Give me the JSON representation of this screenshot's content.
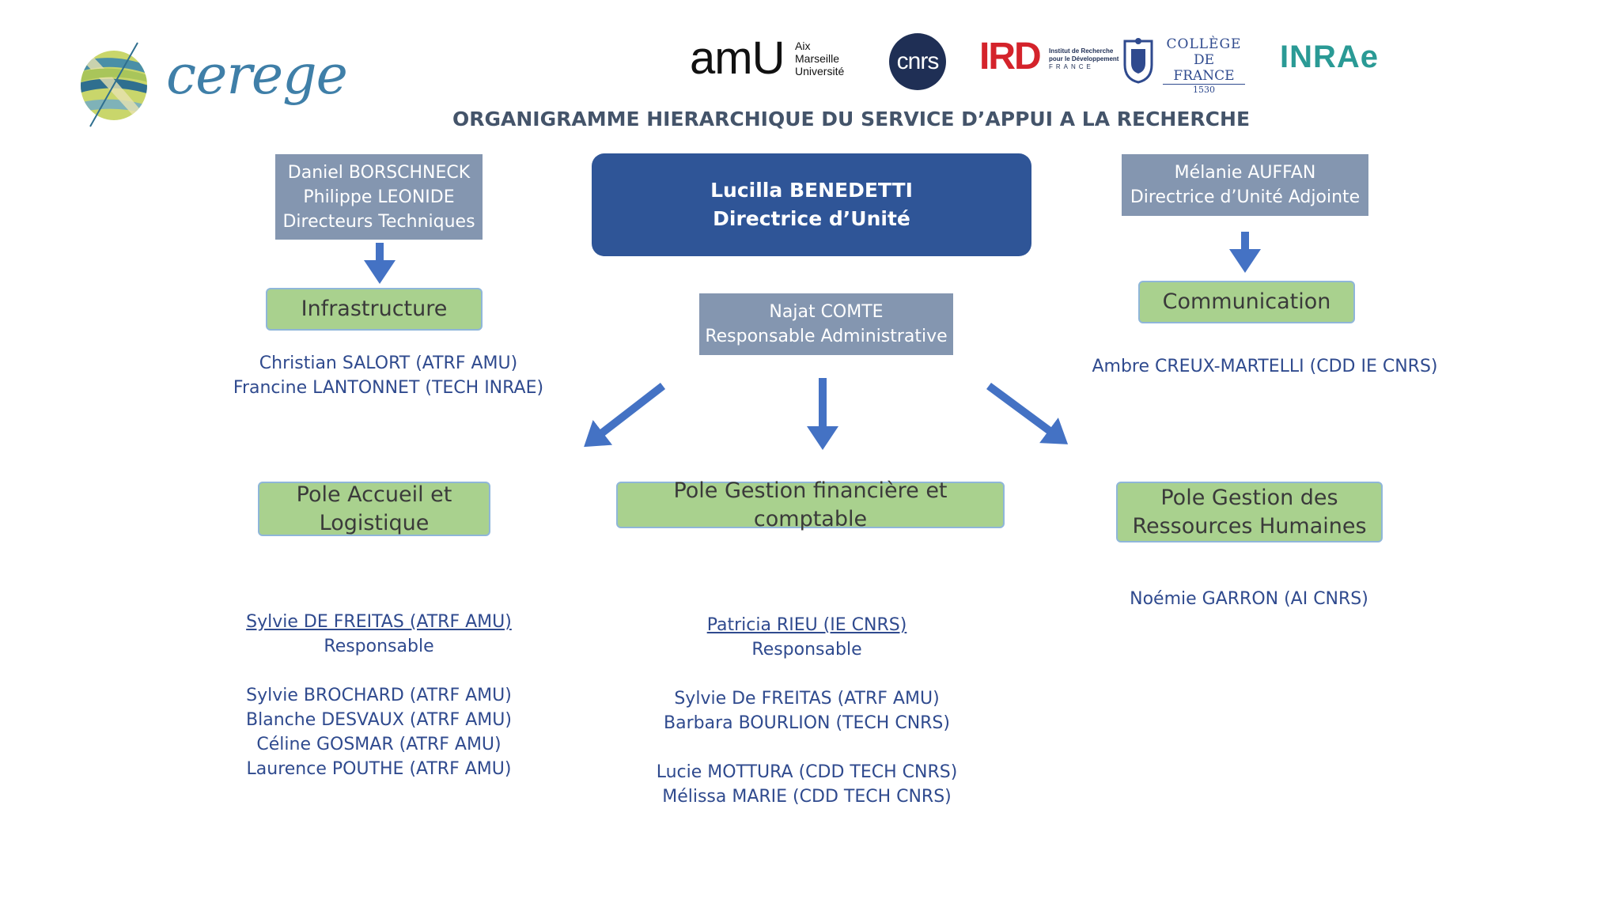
{
  "logos": {
    "cerege": "cerege",
    "amu": {
      "big": "amU",
      "small": [
        "Aix",
        "Marseille",
        "Université"
      ]
    },
    "cnrs": "cnrs",
    "ird": {
      "mark": "IRD",
      "small": [
        "Institut de Recherche",
        "pour le Développement",
        "FRANCE"
      ]
    },
    "college": {
      "lines": [
        "COLLÈGE",
        "DE FRANCE"
      ],
      "year": "1530"
    },
    "inrae": "INRAe"
  },
  "title": "ORGANIGRAMME HIERARCHIQUE DU SERVICE D’APPUI A LA RECHERCHE",
  "directors": {
    "technical": {
      "lines": [
        "Daniel BORSCHNECK",
        "Philippe LEONIDE",
        "Directeurs Techniques"
      ]
    },
    "unit": {
      "lines": [
        "Lucilla BENEDETTI",
        "Directrice d’Unité"
      ]
    },
    "deputy": {
      "lines": [
        "Mélanie AUFFAN",
        "Directrice d’Unité Adjointe"
      ]
    },
    "admin": {
      "lines": [
        "Najat COMTE",
        "Responsable Administrative"
      ]
    }
  },
  "services": {
    "infrastructure": {
      "label": "Infrastructure",
      "members": [
        "Christian SALORT (ATRF AMU)",
        "Francine LANTONNET (TECH INRAE)"
      ]
    },
    "communication": {
      "label": "Communication",
      "members": [
        "Ambre CREUX-MARTELLI (CDD IE CNRS)"
      ]
    }
  },
  "poles": {
    "accueil": {
      "label": [
        "Pole Accueil et",
        "Logistique"
      ],
      "head": "Sylvie DE FREITAS (ATRF AMU)",
      "head_role": "Responsable",
      "members": [
        "Sylvie BROCHARD (ATRF AMU)",
        "Blanche DESVAUX (ATRF AMU)",
        "Céline GOSMAR (ATRF AMU)",
        "Laurence POUTHE (ATRF AMU)"
      ]
    },
    "finance": {
      "label": "Pole Gestion financière et comptable",
      "head": "Patricia RIEU (IE CNRS)",
      "head_role": "Responsable",
      "members": [
        "Sylvie De FREITAS (ATRF AMU)",
        "Barbara BOURLION (TECH CNRS)"
      ],
      "members2": [
        "Lucie MOTTURA (CDD TECH CNRS)",
        "Mélissa MARIE (CDD TECH CNRS)"
      ]
    },
    "rh": {
      "label": [
        "Pole Gestion des",
        "Ressources Humaines"
      ],
      "members": [
        "Noémie GARRON (AI CNRS)"
      ]
    }
  },
  "colors": {
    "gray_box": "#8496b0",
    "main_box": "#2f5597",
    "green_box": "#a9d18e",
    "arrow": "#4472c4",
    "names_text": "#2f4a8e"
  }
}
